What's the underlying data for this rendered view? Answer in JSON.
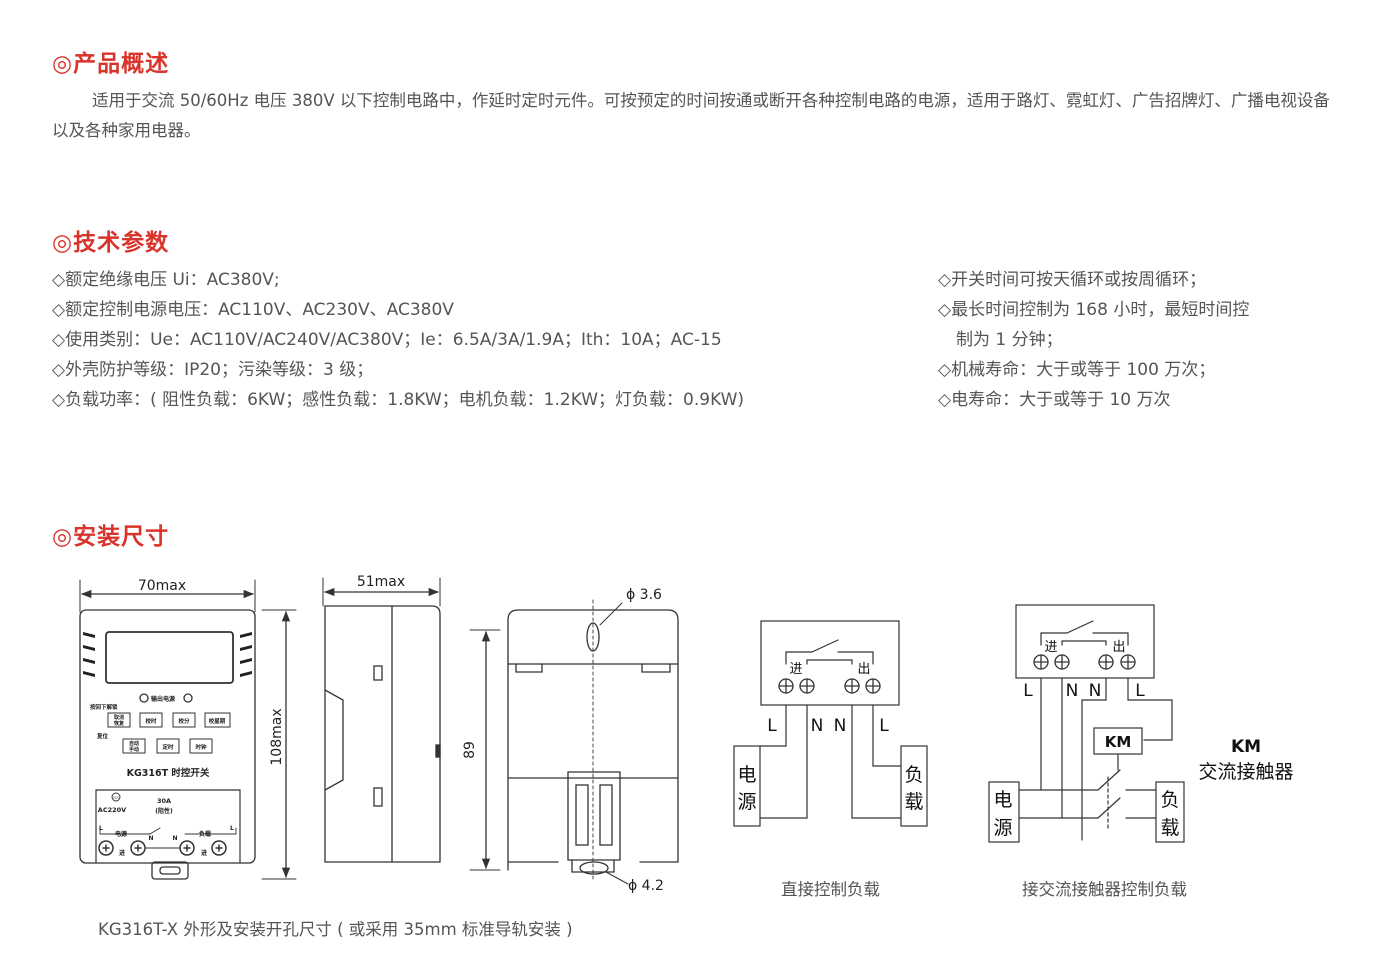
{
  "overview": {
    "title": "◎产品概述",
    "text": "适用于交流 50/60Hz 电压 380V 以下控制电路中，作延时定时元件。可按预定的时间按通或断开各种控制电路的电源，适用于路灯、霓虹灯、广告招牌灯、广播电视设备以及各种家用电器。"
  },
  "specs": {
    "title": "◎技术参数",
    "left": [
      "◇额定绝缘电压 Ui：AC380V;",
      "◇额定控制电源电压：AC110V、AC230V、AC380V",
      "◇使用类别：Ue：AC110V/AC240V/AC380V；Ie：6.5A/3A/1.9A；Ith：10A；AC-15",
      "◇外壳防护等级：IP20；污染等级：3 级；",
      "◇负载功率：( 阻性负载：6KW；感性负载：1.8KW；电机负载：1.2KW；灯负载：0.9KW)"
    ],
    "right": [
      "◇开关时间可按天循环或按周循环；",
      "◇最长时间控制为 168 小时，最短时间控",
      "制为 1 分钟；",
      "◇机械寿命：大于或等于 100 万次；",
      "◇电寿命：大于或等于 10 万次"
    ]
  },
  "install": {
    "title": "◎安装尺寸",
    "caption": "KG316T-X 外形及安装开孔尺寸 ( 或采用 35mm 标准导轨安装 )"
  },
  "front_view": {
    "width_dim": "70max",
    "height_dim": "108max",
    "output_power": "输出电源",
    "press_hint": "按回下解锁",
    "btn_cancel": "取消",
    "btn_restore": "恢复",
    "btn_time": "校时",
    "btn_min": "校分",
    "btn_week": "校星期",
    "reset": "复位",
    "btn_auto": "自动",
    "btn_manual": "手动",
    "btn_timer": "定时",
    "btn_clock": "时钟",
    "model": "KG316T 时控开关",
    "ac": "AC220V",
    "current": "30A",
    "load_type": "(阻性)",
    "term_l1": "L",
    "term_n1": "N",
    "term_n2": "N",
    "term_l2": "L",
    "term_power": "电源",
    "term_load": "负载",
    "term_in": "进",
    "term_out": "进",
    "logo": "CCC"
  },
  "side_view": {
    "width_dim": "51max"
  },
  "back_view": {
    "height_dim": "89",
    "hole_top": "ϕ 3.6",
    "hole_bottom": "ϕ 4.2"
  },
  "wiring_direct": {
    "in_label": "进",
    "out_label": "出",
    "t1": "L",
    "t2": "N",
    "t3": "N",
    "t4": "L",
    "power_a": "电",
    "power_b": "源",
    "load_a": "负",
    "load_b": "载",
    "caption": "直接控制负载"
  },
  "wiring_contactor": {
    "in_label": "进",
    "out_label": "出",
    "t1": "L",
    "t2": "N",
    "t3": "N",
    "t4": "L",
    "km": "KM",
    "km_title": "KM",
    "km_desc": "交流接触器",
    "power_a": "电",
    "power_b": "源",
    "load_a": "负",
    "load_b": "载",
    "caption": "接交流接触器控制负载"
  }
}
